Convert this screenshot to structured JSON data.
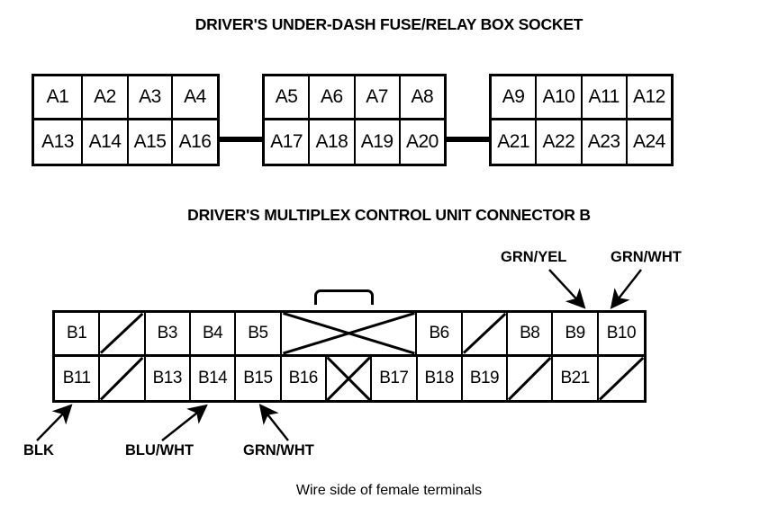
{
  "titles": {
    "connector_a": "DRIVER'S UNDER-DASH FUSE/RELAY BOX SOCKET",
    "connector_b": "DRIVER'S MULTIPLEX CONTROL UNIT CONNECTOR B"
  },
  "caption": "Wire side of female terminals",
  "connector_a": {
    "blocks": [
      {
        "top": [
          "A1",
          "A2",
          "A3",
          "A4"
        ],
        "bottom": [
          "A13",
          "A14",
          "A15",
          "A16"
        ]
      },
      {
        "top": [
          "A5",
          "A6",
          "A7",
          "A8"
        ],
        "bottom": [
          "A17",
          "A18",
          "A19",
          "A20"
        ]
      },
      {
        "top": [
          "A9",
          "A10",
          "A11",
          "A12"
        ],
        "bottom": [
          "A21",
          "A22",
          "A23",
          "A24"
        ]
      }
    ]
  },
  "connector_b": {
    "top_row": [
      {
        "label": "B1",
        "mark": "none"
      },
      {
        "label": "",
        "mark": "diagonal"
      },
      {
        "label": "B3",
        "mark": "none"
      },
      {
        "label": "B4",
        "mark": "none"
      },
      {
        "label": "B5",
        "mark": "none"
      },
      {
        "label": "",
        "mark": "cross-wide-start",
        "span": 3
      },
      {
        "label": "B6",
        "mark": "none"
      },
      {
        "label": "",
        "mark": "diagonal"
      },
      {
        "label": "B8",
        "mark": "none"
      },
      {
        "label": "B9",
        "mark": "none"
      },
      {
        "label": "B10",
        "mark": "none"
      }
    ],
    "bottom_row": [
      {
        "label": "B11",
        "mark": "none"
      },
      {
        "label": "",
        "mark": "diagonal"
      },
      {
        "label": "B13",
        "mark": "none"
      },
      {
        "label": "B14",
        "mark": "none"
      },
      {
        "label": "B15",
        "mark": "none"
      },
      {
        "label": "B16",
        "mark": "none"
      },
      {
        "label": "",
        "mark": "cross"
      },
      {
        "label": "B17",
        "mark": "none"
      },
      {
        "label": "B18",
        "mark": "none"
      },
      {
        "label": "B19",
        "mark": "none"
      },
      {
        "label": "",
        "mark": "diagonal"
      },
      {
        "label": "B21",
        "mark": "none"
      },
      {
        "label": "",
        "mark": "diagonal"
      }
    ],
    "wire_labels": [
      {
        "text": "GRN/YEL",
        "points_to": "B9",
        "position": "above"
      },
      {
        "text": "GRN/WHT",
        "points_to": "B10",
        "position": "above"
      },
      {
        "text": "BLK",
        "points_to": "B11",
        "position": "below"
      },
      {
        "text": "BLU/WHT",
        "points_to": "B14",
        "position": "below"
      },
      {
        "text": "GRN/WHT",
        "points_to": "B15",
        "position": "below"
      }
    ]
  },
  "colors": {
    "ink": "#000000",
    "paper": "#ffffff"
  }
}
